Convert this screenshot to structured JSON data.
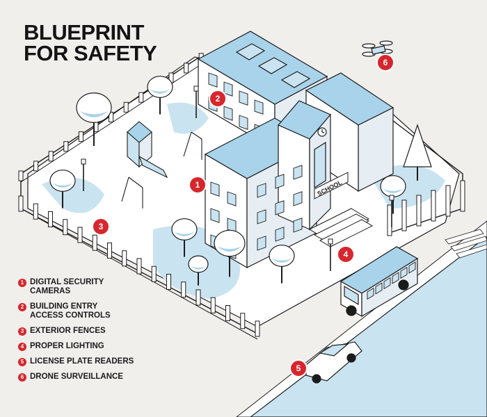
{
  "title": {
    "line1": "BLUEPRINT",
    "line2": "FOR SAFETY"
  },
  "sign_text": "SCHOOL",
  "colors": {
    "accent": "#d7262d",
    "ice": "#c9e3f1",
    "roof": "#a8d3ea",
    "ink": "#1b1b1b",
    "background": "#f1efec"
  },
  "markers": [
    {
      "number": "1"
    },
    {
      "number": "2"
    },
    {
      "number": "3"
    },
    {
      "number": "4"
    },
    {
      "number": "5"
    },
    {
      "number": "6"
    }
  ],
  "legend": [
    {
      "number": "1",
      "label": "DIGITAL SECURITY CAMERAS"
    },
    {
      "number": "2",
      "label": "BUILDING ENTRY ACCESS CONTROLS"
    },
    {
      "number": "3",
      "label": "EXTERIOR FENCES"
    },
    {
      "number": "4",
      "label": "PROPER LIGHTING"
    },
    {
      "number": "5",
      "label": "LICENSE PLATE READERS"
    },
    {
      "number": "6",
      "label": "DRONE SURVEILLANCE"
    }
  ],
  "icons": [
    "drone-icon",
    "school-bus-icon",
    "car-icon",
    "tree-icon",
    "lamp-post-icon",
    "playground-icon",
    "clock-icon"
  ]
}
